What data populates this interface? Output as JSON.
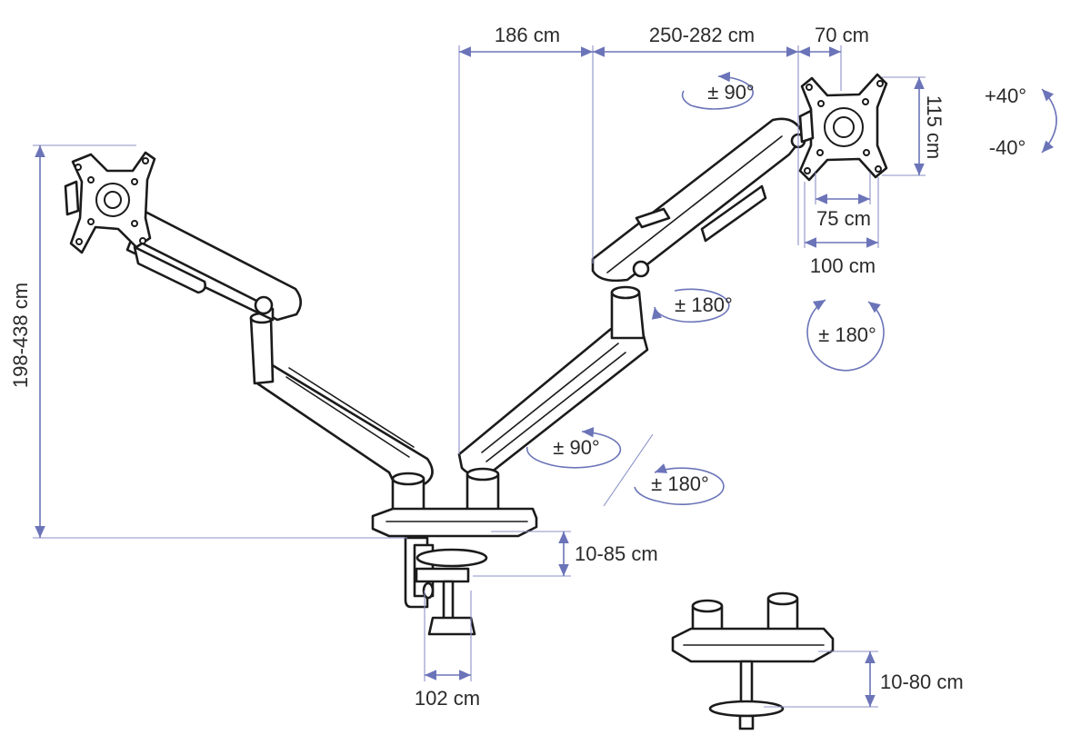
{
  "dimensions": {
    "arm_depth": "186 cm",
    "arm_reach": "250-282 cm",
    "head_offset": "70 cm",
    "vesa_height": "115 cm",
    "vesa_small": "75 cm",
    "vesa_large": "100 cm",
    "pole_height": "198-438 cm",
    "clamp_range": "10-85 cm",
    "grommet_range": "10-80 cm",
    "clamp_width": "102 cm"
  },
  "rotations": {
    "swivel_top": "± 90°",
    "tilt_up": "+40°",
    "tilt_down": "-40°",
    "elbow_rotation": "± 180°",
    "screen_rotation": "± 180°",
    "base_swivel": "± 90°",
    "base_rotation": "± 180°"
  },
  "colors": {
    "dimension_line": "#6b74b8",
    "drawing_line": "#1b1b1b"
  }
}
